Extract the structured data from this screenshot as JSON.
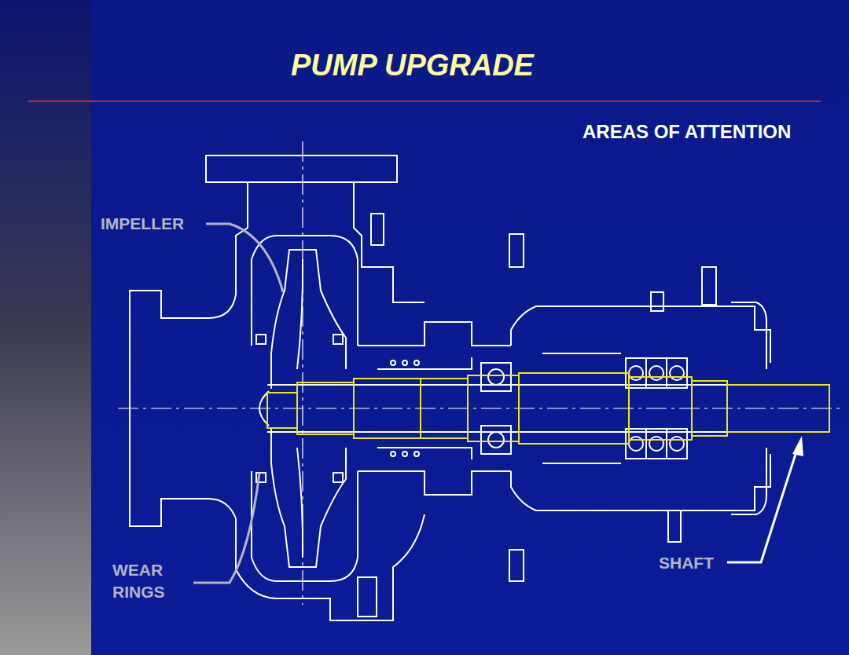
{
  "diagram": {
    "title": "PUMP UPGRADE",
    "labels": [
      "AREAS OF ATTENTION",
      "IMPELLER",
      "WEAR RINGS",
      "SHAFT"
    ]
  }
}
